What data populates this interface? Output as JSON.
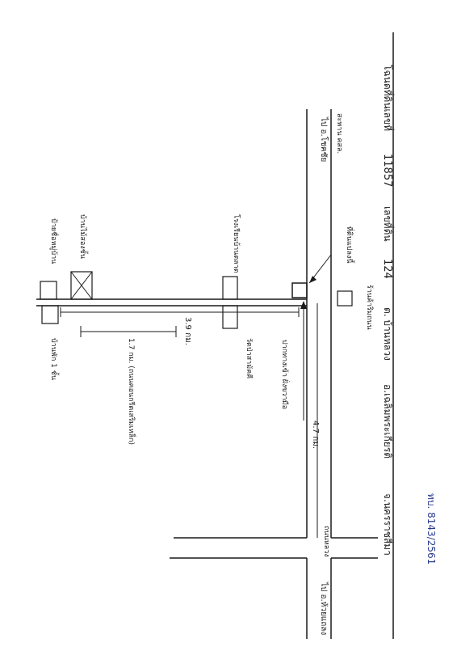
{
  "header": {
    "deed_label": "โฉนดที่ดินเลขที่",
    "deed_number": "11857",
    "land_no_label": "เลขที่ดิน",
    "land_no": "124",
    "subdistrict": "ต. บ้านหลวง",
    "district": "อ.เฉลิมพระเกียรติ",
    "province": "จ.นครราชสีมา",
    "reference": "ทบ. 8143/2561"
  },
  "roads": {
    "top_direction": "ไป อ.โชคชัย",
    "bottom_direction": "ไป อ.ห้วยแถลง",
    "main_road_name": "ถนนหลวง",
    "side_road_distance": "4.7 กม.",
    "lane_distance_total": "3.9 กม.",
    "lane_distance_part": "1.7 กม. (ถนนคอนกรีตเสริมเหล็ก)"
  },
  "landmarks": {
    "junction_shop": "ร้านค้าริมถนน",
    "entrance_note": "ปากทางเข้า ฝั่งขวามือ",
    "school": "โรงเรียนบ้านตลาด",
    "temple": "วัดป่าสามัคคี",
    "plot_target": "ที่ดินแปลงนี้",
    "house_left": "บ้านไม้สองชั้น",
    "house_right": "บ้านพัก 1 ชั้น",
    "sign_note": "ป้ายชื่อหมู่บ้าน",
    "bridge_note": "สะพาน คสล."
  },
  "colors": {
    "ink": "#1a1a1a",
    "blue_ink": "#2b3d8f"
  }
}
